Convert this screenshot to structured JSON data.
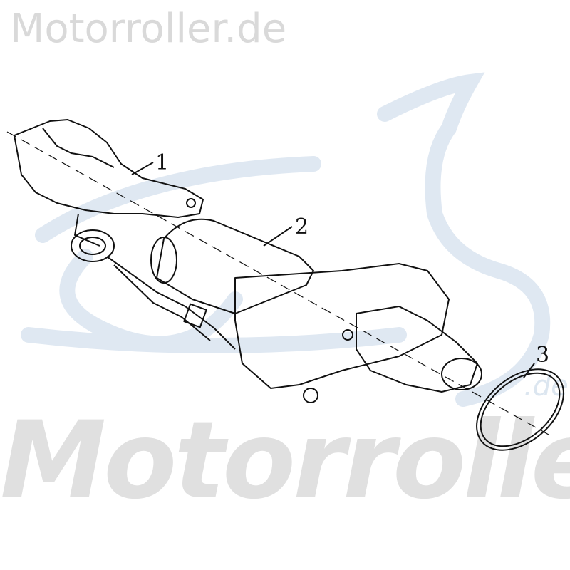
{
  "watermark": {
    "top_text": "Motorroller.de",
    "big_text": "Motorroller",
    "domain_suffix": ".de"
  },
  "callouts": [
    {
      "label": "1"
    },
    {
      "label": "2"
    },
    {
      "label": "3"
    }
  ],
  "colors": {
    "watermark_gray": "#e0e0e0",
    "watermark_blue": "#dce6f0",
    "line": "#111111"
  }
}
